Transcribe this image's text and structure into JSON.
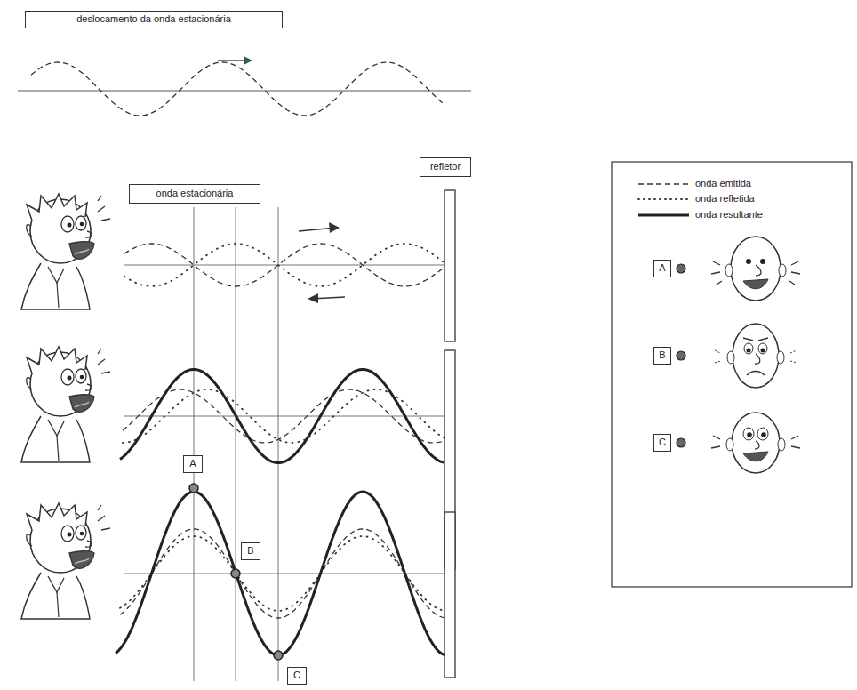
{
  "diagram": {
    "nodes": [
      {
        "text": [
          "deslocamento da onda estacionária"
        ]
      },
      {
        "text": [
          "refletor"
        ]
      },
      {
        "text": [
          "onda estacionária"
        ]
      },
      {
        "text": [
          "A"
        ]
      },
      {
        "text": [
          "B"
        ]
      },
      {
        "text": [
          "C"
        ]
      },
      {
        "text": [
          "A"
        ]
      },
      {
        "text": [
          "B"
        ]
      },
      {
        "text": [
          "C"
        ]
      }
    ],
    "legend": [
      {
        "text": "onda emitida"
      },
      {
        "text": "onda refletida"
      },
      {
        "text": "onda resultante"
      }
    ]
  }
}
